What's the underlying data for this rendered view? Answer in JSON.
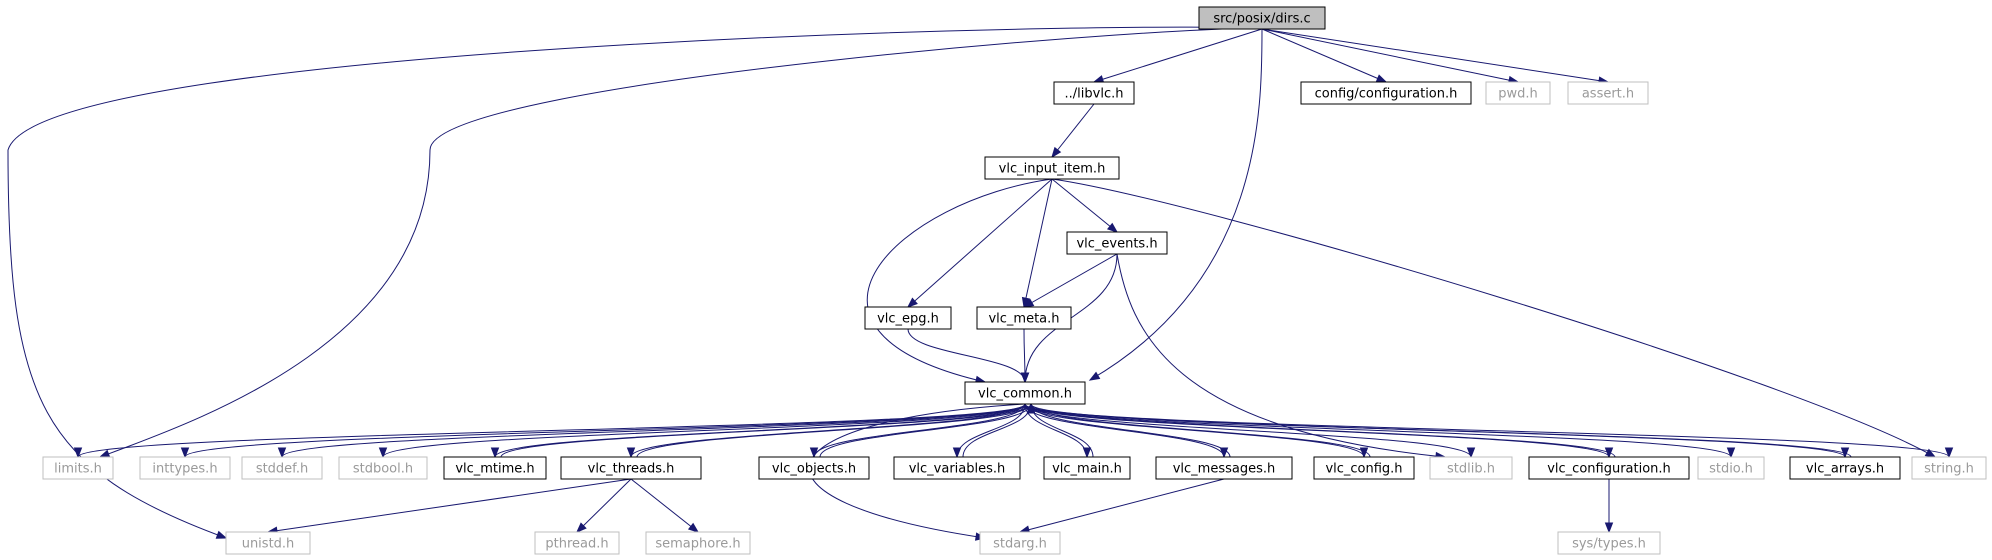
{
  "colors": {
    "edge": "#191970",
    "root_fill": "#bfbfbf",
    "box_border": "#000000",
    "external_border": "#bfbfbf",
    "external_text": "#9a9a9a"
  },
  "nodes": {
    "dirs_c": {
      "label": "src/posix/dirs.c",
      "kind": "root"
    },
    "libvlc_h": {
      "label": "../libvlc.h",
      "kind": "doc"
    },
    "config_configuration_h": {
      "label": "config/configuration.h",
      "kind": "doc"
    },
    "pwd_h": {
      "label": "pwd.h",
      "kind": "ext"
    },
    "assert_h": {
      "label": "assert.h",
      "kind": "ext"
    },
    "vlc_input_item_h": {
      "label": "vlc_input_item.h",
      "kind": "doc"
    },
    "vlc_events_h": {
      "label": "vlc_events.h",
      "kind": "doc"
    },
    "vlc_epg_h": {
      "label": "vlc_epg.h",
      "kind": "doc"
    },
    "vlc_meta_h": {
      "label": "vlc_meta.h",
      "kind": "doc"
    },
    "vlc_common_h": {
      "label": "vlc_common.h",
      "kind": "doc"
    },
    "limits_h": {
      "label": "limits.h",
      "kind": "ext"
    },
    "inttypes_h": {
      "label": "inttypes.h",
      "kind": "ext"
    },
    "stddef_h": {
      "label": "stddef.h",
      "kind": "ext"
    },
    "stdbool_h": {
      "label": "stdbool.h",
      "kind": "ext"
    },
    "vlc_mtime_h": {
      "label": "vlc_mtime.h",
      "kind": "doc"
    },
    "vlc_threads_h": {
      "label": "vlc_threads.h",
      "kind": "doc"
    },
    "vlc_objects_h": {
      "label": "vlc_objects.h",
      "kind": "doc"
    },
    "vlc_variables_h": {
      "label": "vlc_variables.h",
      "kind": "doc"
    },
    "vlc_main_h": {
      "label": "vlc_main.h",
      "kind": "doc"
    },
    "vlc_messages_h": {
      "label": "vlc_messages.h",
      "kind": "doc"
    },
    "vlc_config_h": {
      "label": "vlc_config.h",
      "kind": "doc"
    },
    "stdlib_h": {
      "label": "stdlib.h",
      "kind": "ext"
    },
    "vlc_configuration_h": {
      "label": "vlc_configuration.h",
      "kind": "doc"
    },
    "stdio_h": {
      "label": "stdio.h",
      "kind": "ext"
    },
    "vlc_arrays_h": {
      "label": "vlc_arrays.h",
      "kind": "doc"
    },
    "string_h": {
      "label": "string.h",
      "kind": "ext"
    },
    "unistd_h": {
      "label": "unistd.h",
      "kind": "ext"
    },
    "pthread_h": {
      "label": "pthread.h",
      "kind": "ext"
    },
    "semaphore_h": {
      "label": "semaphore.h",
      "kind": "ext"
    },
    "stdarg_h": {
      "label": "stdarg.h",
      "kind": "ext"
    },
    "sys_types_h": {
      "label": "sys/types.h",
      "kind": "ext"
    }
  },
  "edges": [
    [
      "dirs_c",
      "libvlc_h"
    ],
    [
      "dirs_c",
      "config_configuration_h"
    ],
    [
      "dirs_c",
      "pwd_h"
    ],
    [
      "dirs_c",
      "assert_h"
    ],
    [
      "dirs_c",
      "vlc_common_h"
    ],
    [
      "dirs_c",
      "limits_h"
    ],
    [
      "dirs_c",
      "unistd_h"
    ],
    [
      "libvlc_h",
      "vlc_input_item_h"
    ],
    [
      "vlc_input_item_h",
      "vlc_events_h"
    ],
    [
      "vlc_input_item_h",
      "vlc_epg_h"
    ],
    [
      "vlc_input_item_h",
      "vlc_meta_h"
    ],
    [
      "vlc_input_item_h",
      "vlc_common_h"
    ],
    [
      "vlc_input_item_h",
      "string_h"
    ],
    [
      "vlc_events_h",
      "vlc_meta_h"
    ],
    [
      "vlc_events_h",
      "vlc_common_h"
    ],
    [
      "vlc_events_h",
      "stdlib_h"
    ],
    [
      "vlc_epg_h",
      "vlc_common_h"
    ],
    [
      "vlc_meta_h",
      "vlc_common_h"
    ],
    [
      "vlc_common_h",
      "limits_h"
    ],
    [
      "vlc_common_h",
      "inttypes_h"
    ],
    [
      "vlc_common_h",
      "stddef_h"
    ],
    [
      "vlc_common_h",
      "stdbool_h"
    ],
    [
      "vlc_common_h",
      "vlc_mtime_h"
    ],
    [
      "vlc_common_h",
      "vlc_threads_h"
    ],
    [
      "vlc_common_h",
      "vlc_objects_h"
    ],
    [
      "vlc_common_h",
      "vlc_variables_h"
    ],
    [
      "vlc_common_h",
      "vlc_main_h"
    ],
    [
      "vlc_common_h",
      "vlc_messages_h"
    ],
    [
      "vlc_common_h",
      "vlc_config_h"
    ],
    [
      "vlc_common_h",
      "stdlib_h"
    ],
    [
      "vlc_common_h",
      "vlc_configuration_h"
    ],
    [
      "vlc_common_h",
      "stdio_h"
    ],
    [
      "vlc_common_h",
      "vlc_arrays_h"
    ],
    [
      "vlc_common_h",
      "string_h"
    ],
    [
      "vlc_common_h",
      "stdarg_h"
    ],
    [
      "vlc_mtime_h",
      "vlc_common_h"
    ],
    [
      "vlc_threads_h",
      "vlc_common_h"
    ],
    [
      "vlc_threads_h",
      "unistd_h"
    ],
    [
      "vlc_threads_h",
      "pthread_h"
    ],
    [
      "vlc_threads_h",
      "semaphore_h"
    ],
    [
      "vlc_objects_h",
      "vlc_common_h"
    ],
    [
      "vlc_variables_h",
      "vlc_common_h"
    ],
    [
      "vlc_main_h",
      "vlc_common_h"
    ],
    [
      "vlc_messages_h",
      "vlc_common_h"
    ],
    [
      "vlc_messages_h",
      "stdarg_h"
    ],
    [
      "vlc_config_h",
      "vlc_common_h"
    ],
    [
      "vlc_configuration_h",
      "vlc_common_h"
    ],
    [
      "vlc_configuration_h",
      "sys_types_h"
    ],
    [
      "vlc_arrays_h",
      "vlc_common_h"
    ]
  ]
}
